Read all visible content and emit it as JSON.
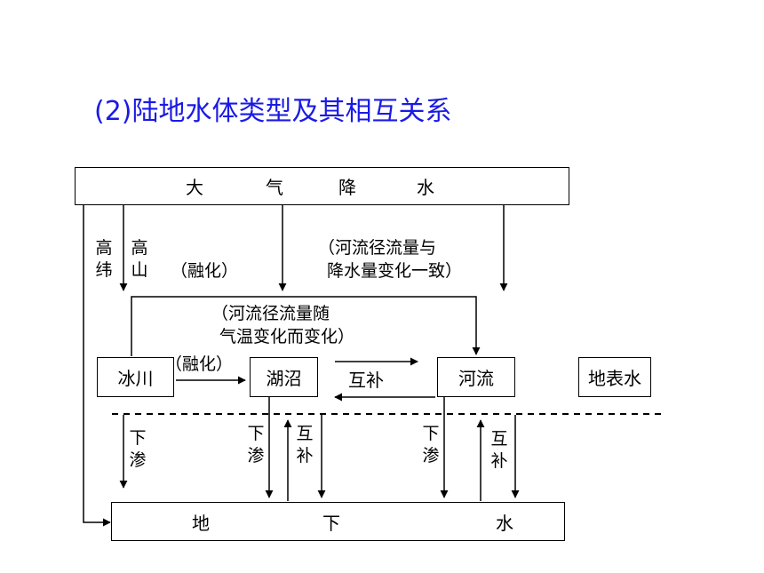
{
  "title": "(2)陆地水体类型及其相互关系",
  "boxes": {
    "atmos_1": "大",
    "atmos_2": "气",
    "atmos_3": "降",
    "atmos_4": "水",
    "glacier": "冰川",
    "lake": "湖沼",
    "river": "河流",
    "surface": "地表水",
    "ground_1": "地",
    "ground_2": "下",
    "ground_3": "水"
  },
  "labels": {
    "high_lat_1": "高",
    "high_lat_2": "纬",
    "high_mtn_1": "高",
    "high_mtn_2": "山",
    "melt_top": "（融化）",
    "river_rain_1": "（河流径流量与",
    "river_rain_2": "降水量变化一致）",
    "river_temp_1": "（河流径流量随",
    "river_temp_2": "气温变化而变化）",
    "melt_mid": "（融化）",
    "mutual_lake_river": "互补",
    "seep_1_a": "下",
    "seep_1_b": "渗",
    "seep_2_a": "下",
    "seep_2_b": "渗",
    "mutual_1_a": "互",
    "mutual_1_b": "补",
    "seep_3_a": "下",
    "seep_3_b": "渗",
    "mutual_2_a": "互",
    "mutual_2_b": "补"
  }
}
